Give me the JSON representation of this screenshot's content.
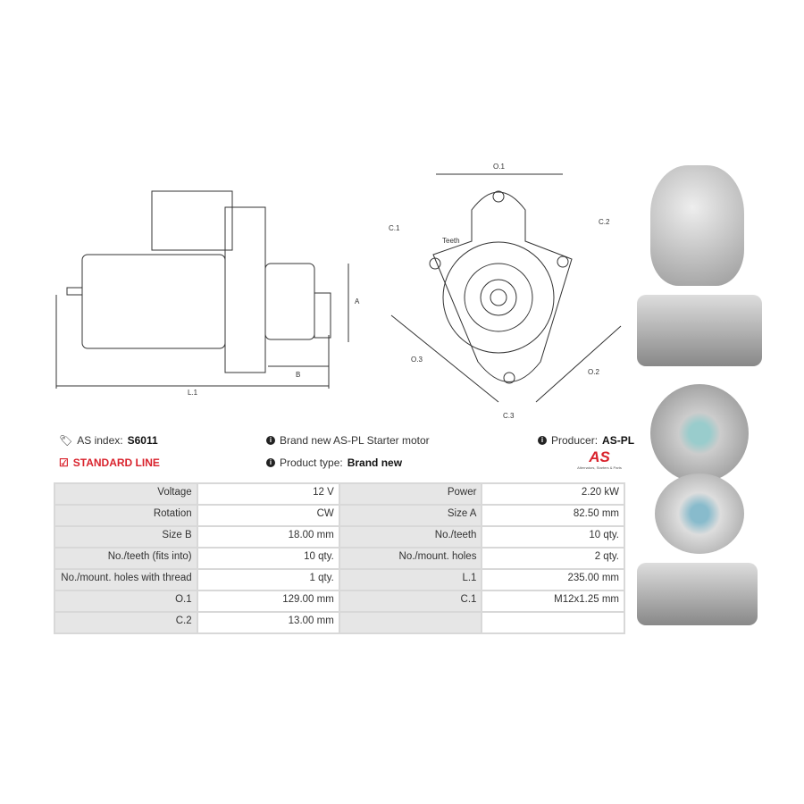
{
  "drawing_labels": {
    "L1": "L.1",
    "A": "A",
    "B": "B",
    "O1": "O.1",
    "O2": "O.2",
    "O3": "O.3",
    "C1": "C.1",
    "C2": "C.2",
    "C3": "C.3",
    "teeth": "Teeth"
  },
  "info": {
    "as_index_label": "AS index:",
    "as_index_value": "S6011",
    "line": "STANDARD LINE",
    "description": "Brand new AS-PL Starter motor",
    "product_type_label": "Product type:",
    "product_type_value": "Brand new",
    "producer_label": "Producer:",
    "producer_value": "AS-PL",
    "logo_text": "AS",
    "logo_tagline": "Alternators, Starters & Parts"
  },
  "colors": {
    "accent": "#d9232d"
  },
  "specs": [
    [
      {
        "k": "Voltage",
        "v": "12 V"
      },
      {
        "k": "Power",
        "v": "2.20 kW"
      }
    ],
    [
      {
        "k": "Rotation",
        "v": "CW"
      },
      {
        "k": "Size A",
        "v": "82.50 mm"
      }
    ],
    [
      {
        "k": "Size B",
        "v": "18.00 mm"
      },
      {
        "k": "No./teeth",
        "v": "10 qty."
      }
    ],
    [
      {
        "k": "No./teeth (fits into)",
        "v": "10 qty."
      },
      {
        "k": "No./mount. holes",
        "v": "2 qty."
      }
    ],
    [
      {
        "k": "No./mount. holes with thread",
        "v": "1 qty."
      },
      {
        "k": "L.1",
        "v": "235.00 mm"
      }
    ],
    [
      {
        "k": "O.1",
        "v": "129.00 mm"
      },
      {
        "k": "C.1",
        "v": "M12x1.25 mm"
      }
    ],
    [
      {
        "k": "C.2",
        "v": "13.00 mm"
      },
      {
        "k": "",
        "v": ""
      }
    ]
  ]
}
